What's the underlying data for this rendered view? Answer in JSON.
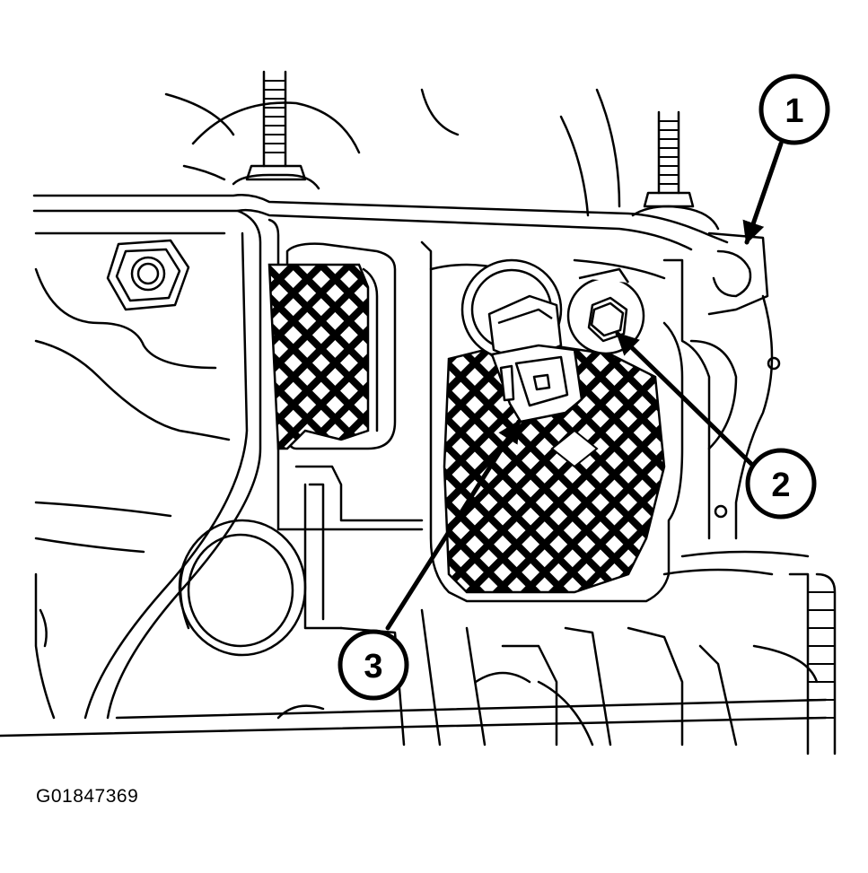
{
  "figure": {
    "id_label": "G01847369",
    "background": "#ffffff",
    "ink": "#000000"
  },
  "callouts": [
    {
      "number": "1"
    },
    {
      "number": "2"
    },
    {
      "number": "3"
    }
  ]
}
